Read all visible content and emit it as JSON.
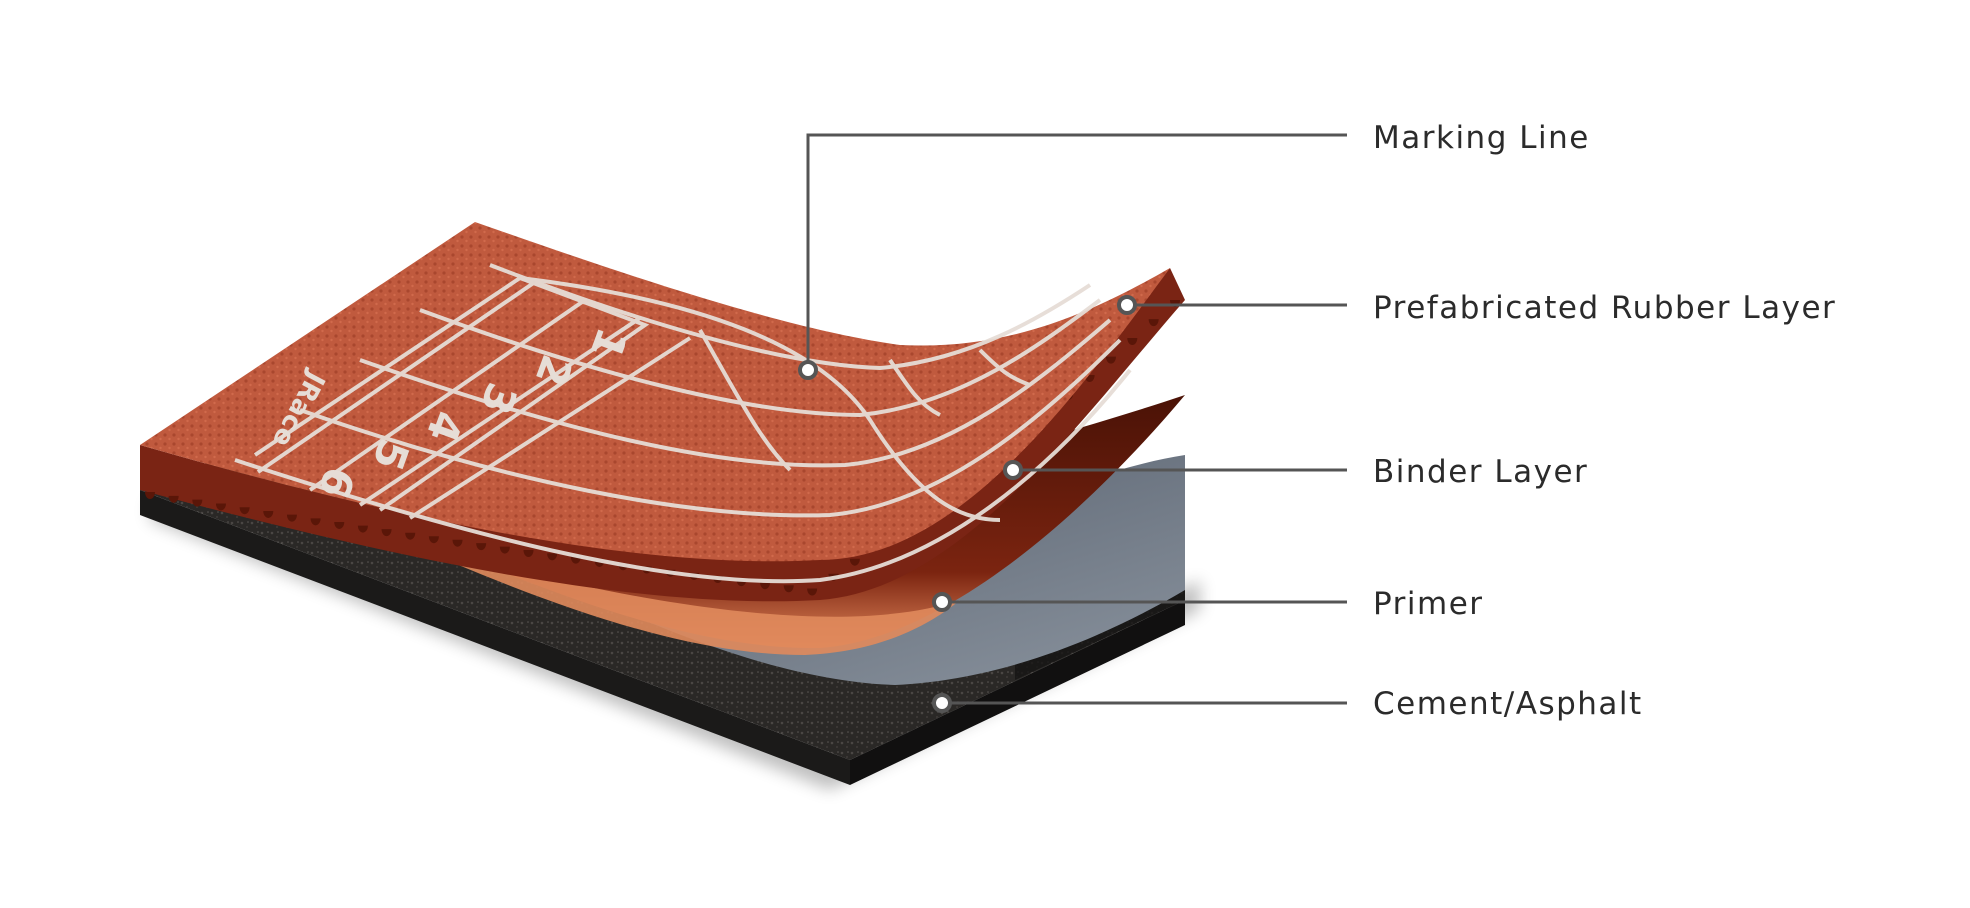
{
  "diagram": {
    "brand_logo": "JRace",
    "lane_numbers": [
      "1",
      "2",
      "3",
      "4",
      "5",
      "6"
    ],
    "layers": [
      {
        "id": "marking-line",
        "label": "Marking Line"
      },
      {
        "id": "prefabricated-rubber-layer",
        "label": "Prefabricated Rubber Layer"
      },
      {
        "id": "binder-layer",
        "label": "Binder Layer"
      },
      {
        "id": "primer",
        "label": "Primer"
      },
      {
        "id": "cement-asphalt",
        "label": "Cement/Asphalt"
      }
    ],
    "colors": {
      "track": "#bf5439",
      "track_edge": "#7a2414",
      "binder": "#5a1608",
      "binder_light": "#d9784f",
      "primer": "#6d7784",
      "base": "#2a2826",
      "marking": "#e6ddd6",
      "leader": "#555555"
    }
  }
}
